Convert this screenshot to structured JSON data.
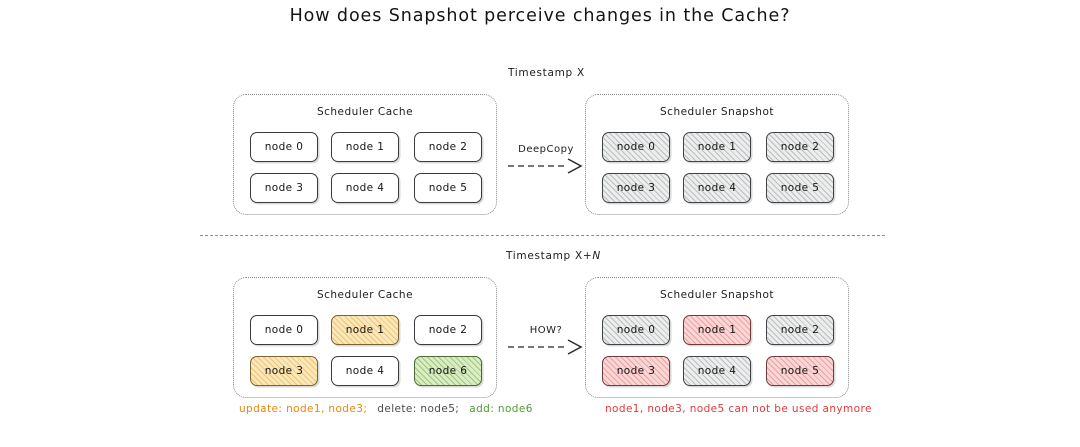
{
  "title": "How does Snapshot perceive changes in the Cache?",
  "colors": {
    "update": "#e8870c",
    "delete": "#4b4b4b",
    "add": "#4f9b32",
    "warning": "#e03b3b",
    "box_border": "#8a8a8a",
    "node_border": "#3a3a3a",
    "divider": "#8d8d8d"
  },
  "sections": {
    "top": {
      "timestamp": "Timestamp X",
      "cache": {
        "title": "Scheduler Cache",
        "nodes": [
          {
            "label": "node 0",
            "fill": "plain"
          },
          {
            "label": "node 1",
            "fill": "plain"
          },
          {
            "label": "node 2",
            "fill": "plain"
          },
          {
            "label": "node 3",
            "fill": "plain"
          },
          {
            "label": "node 4",
            "fill": "plain"
          },
          {
            "label": "node 5",
            "fill": "plain"
          }
        ]
      },
      "arrow_label": "DeepCopy",
      "snapshot": {
        "title": "Scheduler Snapshot",
        "nodes": [
          {
            "label": "node 0",
            "fill": "gray"
          },
          {
            "label": "node 1",
            "fill": "gray"
          },
          {
            "label": "node 2",
            "fill": "gray"
          },
          {
            "label": "node 3",
            "fill": "gray"
          },
          {
            "label": "node 4",
            "fill": "gray"
          },
          {
            "label": "node 5",
            "fill": "gray"
          }
        ]
      }
    },
    "bottom": {
      "timestamp_prefix": "Timestamp X+",
      "timestamp_var": "N",
      "cache": {
        "title": "Scheduler Cache",
        "nodes": [
          {
            "label": "node 0",
            "fill": "plain"
          },
          {
            "label": "node 1",
            "fill": "orange"
          },
          {
            "label": "node 2",
            "fill": "plain"
          },
          {
            "label": "node 3",
            "fill": "orange"
          },
          {
            "label": "node 4",
            "fill": "plain"
          },
          {
            "label": "node 6",
            "fill": "green"
          }
        ],
        "caption": {
          "update": "update: node1, node3;",
          "delete": "delete: node5;",
          "add": "add: node6"
        }
      },
      "arrow_label": "HOW?",
      "snapshot": {
        "title": "Scheduler Snapshot",
        "nodes": [
          {
            "label": "node 0",
            "fill": "gray"
          },
          {
            "label": "node 1",
            "fill": "red"
          },
          {
            "label": "node 2",
            "fill": "gray"
          },
          {
            "label": "node 3",
            "fill": "red"
          },
          {
            "label": "node 4",
            "fill": "gray"
          },
          {
            "label": "node 5",
            "fill": "red"
          }
        ],
        "caption": "node1, node3, node5 can not be used anymore"
      }
    }
  }
}
